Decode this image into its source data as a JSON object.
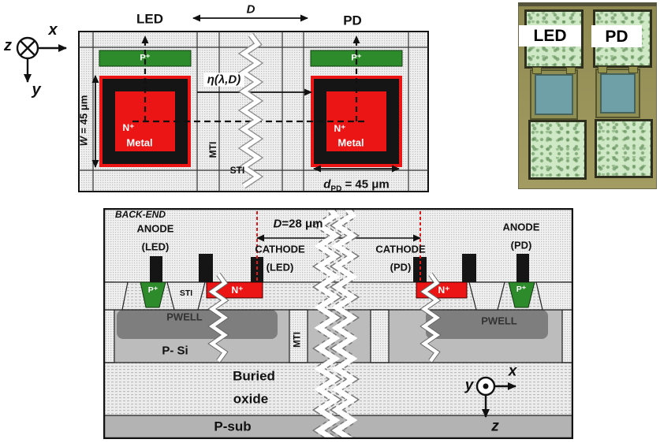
{
  "axes": {
    "top_left": {
      "out_label": "z",
      "right_label": "x",
      "down_label": "y"
    },
    "bottom_right": {
      "out_label": "y",
      "right_label": "x",
      "down_label": "z"
    }
  },
  "top_view": {
    "led_label": "LED",
    "pd_label": "PD",
    "distance_label": "D",
    "efficiency_label": "η(λ,D)",
    "led_cell": {
      "p_plus": "P⁺",
      "n_plus": "N⁺",
      "metal": "Metal"
    },
    "pd_cell": {
      "p_plus": "P⁺",
      "n_plus": "N⁺",
      "metal": "Metal"
    },
    "mti_label": "MTI",
    "sti_label": "STI",
    "width_label": {
      "symbol": "W",
      "rest": " = 45 μm"
    },
    "pd_size": {
      "symbol": "d",
      "subscript": "PD",
      "rest": " = 45 μm"
    }
  },
  "photo": {
    "led_label": "LED",
    "pd_label": "PD"
  },
  "cross_section": {
    "back_end": "BACK-END",
    "anode_led": {
      "line1": "ANODE",
      "line2": "(LED)"
    },
    "cathode_led": {
      "line1": "CATHODE",
      "line2": "(LED)"
    },
    "cathode_pd": {
      "line1": "CATHODE",
      "line2": "(PD)"
    },
    "anode_pd": {
      "line1": "ANODE",
      "line2": "(PD)"
    },
    "distance_label": {
      "symbol": "D",
      "rest": "=28 μm"
    },
    "p_plus_led": "P⁺",
    "n_plus_led": "N⁺",
    "p_plus_pd": "P⁺",
    "n_plus_pd": "N⁺",
    "sti_label": "STI",
    "pwell_left": "PWELL",
    "pwell_right": "PWELL",
    "mti_label": "MTI",
    "p_si": "P- Si",
    "buried_oxide_line1": "Buried",
    "buried_oxide_line2": "oxide",
    "p_sub": "P-sub"
  },
  "colors": {
    "p_plus_green": "#2e8b2c",
    "n_plus_red": "#ec1515",
    "contact_black": "#151515",
    "pwell_gray": "#7e7e7e",
    "p_si_gray": "#bcbcbc",
    "p_sub_gray": "#b3b3b3",
    "cathode_guide_red": "#e01818",
    "pad_green": "#cfe9c6",
    "device_teal": "#6fa0a8",
    "photo_bg": "#9a9254"
  }
}
